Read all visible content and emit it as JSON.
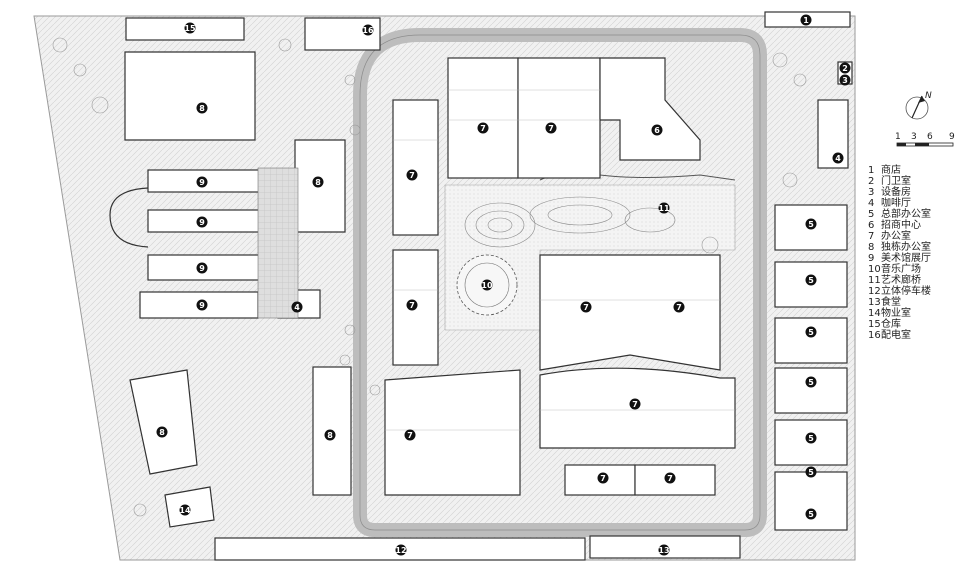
{
  "compass": {
    "label": "N"
  },
  "scale": {
    "ticks": [
      "1",
      "3",
      "6",
      "9"
    ]
  },
  "legend": [
    {
      "num": "1",
      "label": "商店"
    },
    {
      "num": "2",
      "label": "门卫室"
    },
    {
      "num": "3",
      "label": "设备房"
    },
    {
      "num": "4",
      "label": "咖啡厅"
    },
    {
      "num": "5",
      "label": "总部办公室"
    },
    {
      "num": "6",
      "label": "招商中心"
    },
    {
      "num": "7",
      "label": "办公室"
    },
    {
      "num": "8",
      "label": "独栋办公室"
    },
    {
      "num": "9",
      "label": "美术馆展厅"
    },
    {
      "num": "10",
      "label": "音乐广场"
    },
    {
      "num": "11",
      "label": "艺术廊桥"
    },
    {
      "num": "12",
      "label": "立体停车楼"
    },
    {
      "num": "13",
      "label": "食堂"
    },
    {
      "num": "14",
      "label": "物业室"
    },
    {
      "num": "15",
      "label": "仓库"
    },
    {
      "num": "16",
      "label": "配电室"
    }
  ],
  "markers": [
    {
      "num": "1",
      "name": "marker-1-shop"
    },
    {
      "num": "2",
      "name": "marker-2-guard-room"
    },
    {
      "num": "3",
      "name": "marker-3-equipment-room"
    },
    {
      "num": "4",
      "name": "marker-4-cafe-east"
    },
    {
      "num": "4",
      "name": "marker-4-cafe-west"
    },
    {
      "num": "5",
      "name": "marker-5-hq-office-1"
    },
    {
      "num": "5",
      "name": "marker-5-hq-office-2"
    },
    {
      "num": "5",
      "name": "marker-5-hq-office-3"
    },
    {
      "num": "5",
      "name": "marker-5-hq-office-4"
    },
    {
      "num": "5",
      "name": "marker-5-hq-office-5"
    },
    {
      "num": "5",
      "name": "marker-5-hq-office-6"
    },
    {
      "num": "5",
      "name": "marker-5-hq-office-7"
    },
    {
      "num": "6",
      "name": "marker-6-investment-center"
    },
    {
      "num": "7",
      "name": "marker-7-office-a"
    },
    {
      "num": "7",
      "name": "marker-7-office-b"
    },
    {
      "num": "7",
      "name": "marker-7-office-c"
    },
    {
      "num": "7",
      "name": "marker-7-office-d"
    },
    {
      "num": "7",
      "name": "marker-7-office-e"
    },
    {
      "num": "7",
      "name": "marker-7-office-f"
    },
    {
      "num": "7",
      "name": "marker-7-office-g"
    },
    {
      "num": "7",
      "name": "marker-7-office-h"
    },
    {
      "num": "7",
      "name": "marker-7-office-i"
    },
    {
      "num": "7",
      "name": "marker-7-office-j"
    },
    {
      "num": "8",
      "name": "marker-8-standalone-office-a"
    },
    {
      "num": "8",
      "name": "marker-8-standalone-office-b"
    },
    {
      "num": "8",
      "name": "marker-8-standalone-office-c"
    },
    {
      "num": "8",
      "name": "marker-8-standalone-office-d"
    },
    {
      "num": "9",
      "name": "marker-9-gallery-a"
    },
    {
      "num": "9",
      "name": "marker-9-gallery-b"
    },
    {
      "num": "9",
      "name": "marker-9-gallery-c"
    },
    {
      "num": "9",
      "name": "marker-9-gallery-d"
    },
    {
      "num": "10",
      "name": "marker-10-music-plaza"
    },
    {
      "num": "11",
      "name": "marker-11-art-bridge"
    },
    {
      "num": "12",
      "name": "marker-12-parking"
    },
    {
      "num": "13",
      "name": "marker-13-canteen"
    },
    {
      "num": "14",
      "name": "marker-14-property-office"
    },
    {
      "num": "15",
      "name": "marker-15-warehouse"
    },
    {
      "num": "16",
      "name": "marker-16-power-room"
    }
  ]
}
